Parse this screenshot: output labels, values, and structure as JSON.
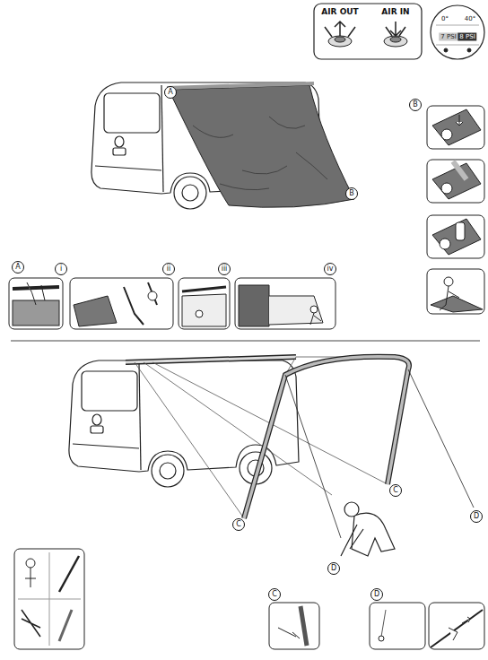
{
  "diagram": {
    "labels": [
      "AIR OUT",
      "AIR IN",
      "0°",
      "40°",
      "7 PSI",
      "8 PSI",
      "A",
      "B",
      "B",
      "A",
      "i",
      "ii",
      "iii",
      "iv",
      "C",
      "C",
      "D",
      "D",
      "C",
      "D"
    ]
  }
}
